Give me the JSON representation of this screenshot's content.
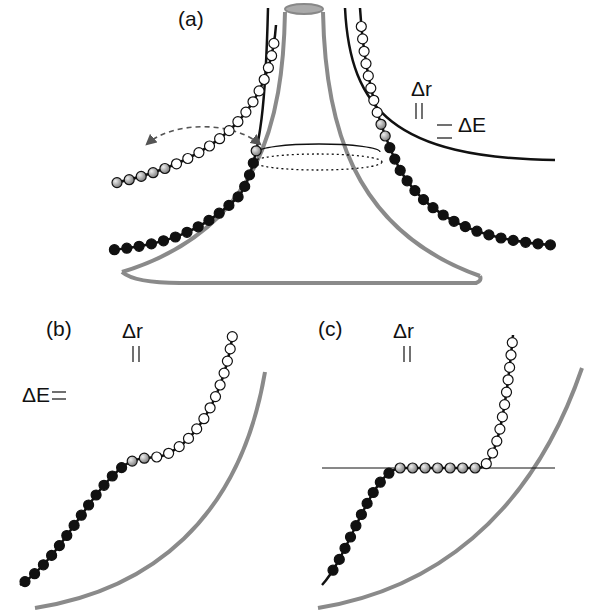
{
  "diagram": {
    "labels": [
      "(a)",
      "Δr",
      "ΔE",
      "(b)",
      "Δr",
      "ΔE",
      "(c)",
      "Δr"
    ]
  }
}
